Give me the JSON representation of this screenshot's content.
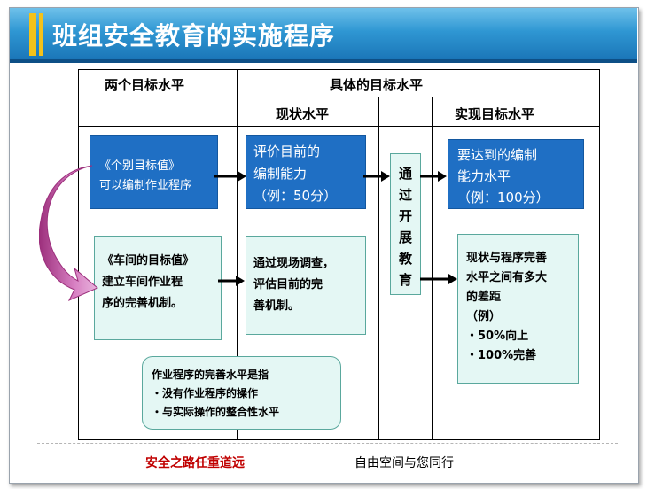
{
  "header": {
    "title": "班组安全教育的实施程序"
  },
  "table": {
    "col1_header": "两个目标水平",
    "col2_header": "具体的目标水平",
    "sub_current": "现状水平",
    "sub_target": "实现目标水平"
  },
  "boxes": {
    "individual_goal": "《个别目标值》\n可以编制作业程序",
    "evaluate_current": "评价目前的\n编制能力\n（例：50分）",
    "required_level": "要达到的编制\n能力水平\n（例：100分）",
    "through_education": "通\n过\n开\n展\n教\n育",
    "workshop_goal": "《车间的目标值》\n建立车间作业程\n序的完善机制。",
    "onsite_survey": "通过现场调查，\n评估目前的完\n善机制。",
    "gap": "现状与程序完善\n水平之间有多大\n的差距\n（例）\n・50%向上\n・100%完善",
    "note": "作业程序的完善水平是指\n   ・没有作业程序的操作\n   ・与实际操作的整合性水平"
  },
  "footer": {
    "left": "安全之路任重道远",
    "right": "自由空间与您同行"
  },
  "colors": {
    "blue_box": "#1f6fc4",
    "mint_box": "#e4f7f4",
    "curved_arrow": "#c04a9a",
    "footer_red": "#c00000"
  }
}
